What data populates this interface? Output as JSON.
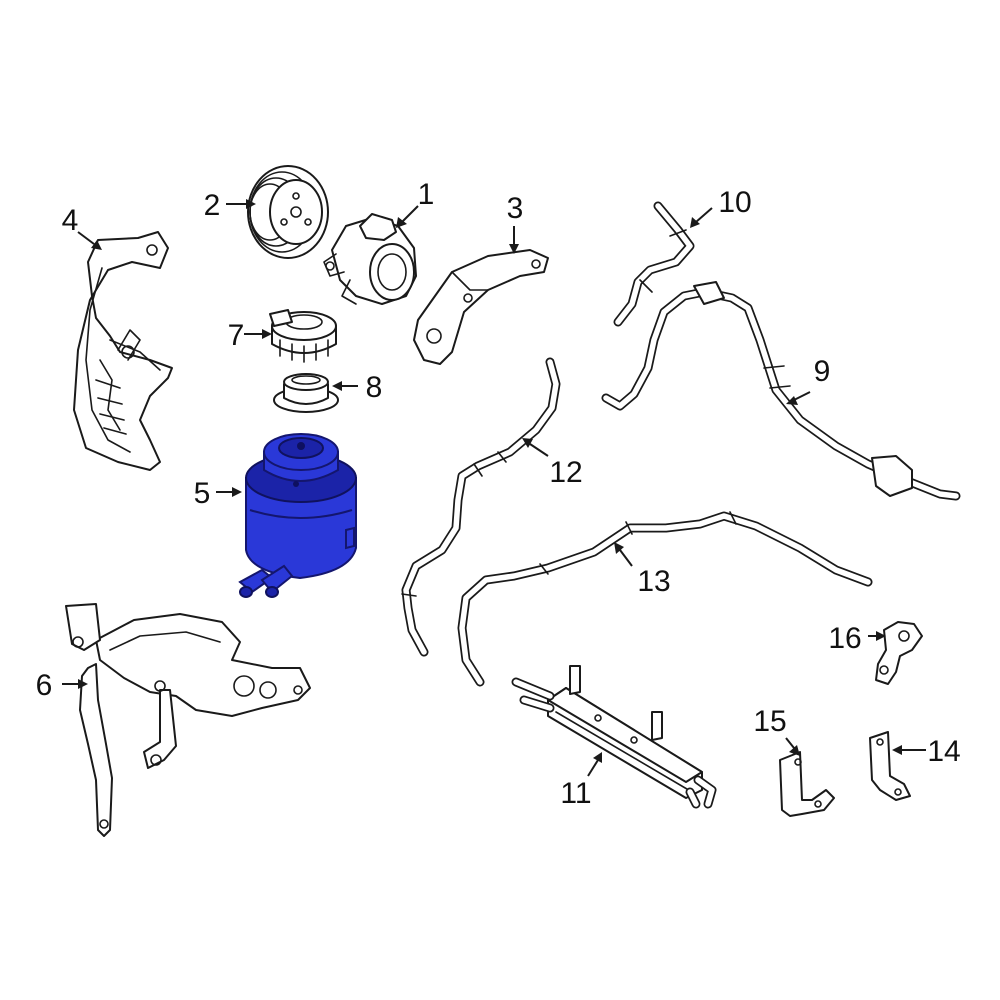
{
  "highlight_color": "#2a38d8",
  "callouts": {
    "c1": "1",
    "c2": "2",
    "c3": "3",
    "c4": "4",
    "c5": "5",
    "c6": "6",
    "c7": "7",
    "c8": "8",
    "c9": "9",
    "c10": "10",
    "c11": "11",
    "c12": "12",
    "c13": "13",
    "c14": "14",
    "c15": "15",
    "c16": "16"
  }
}
